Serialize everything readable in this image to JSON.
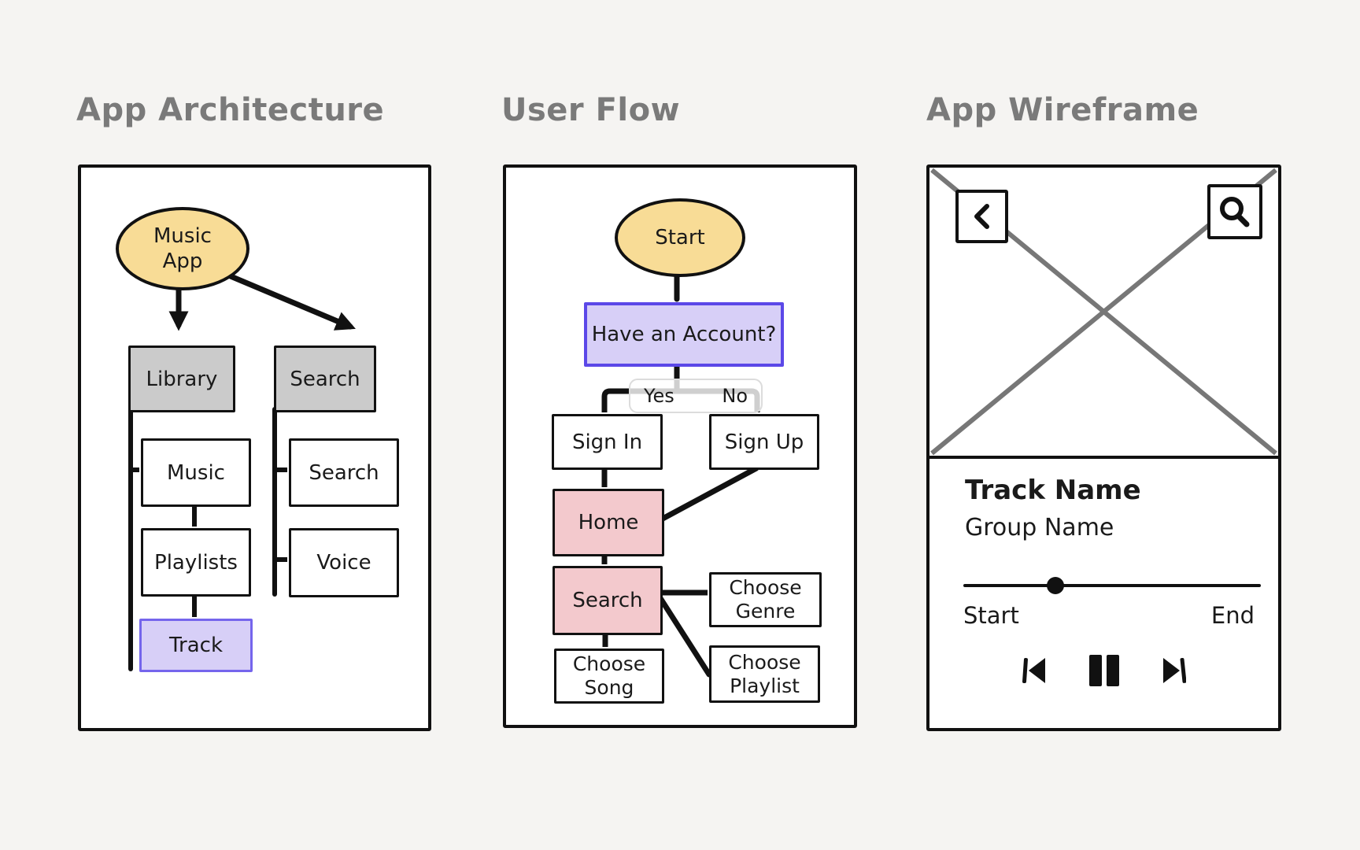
{
  "titles": {
    "architecture": "App Architecture",
    "user_flow": "User Flow",
    "wireframe": "App Wireframe"
  },
  "architecture": {
    "root": "Music App",
    "library": "Library",
    "search": "Search",
    "music": "Music",
    "playlists": "Playlists",
    "track": "Track",
    "search_sub": "Search",
    "voice": "Voice"
  },
  "user_flow": {
    "start": "Start",
    "question": "Have an Account?",
    "yes": "Yes",
    "no": "No",
    "sign_in": "Sign In",
    "sign_up": "Sign Up",
    "home": "Home",
    "search": "Search",
    "choose_genre": "Choose Genre",
    "choose_playlist": "Choose Playlist",
    "choose_song": "Choose Song"
  },
  "wireframe": {
    "back_icon": "chevron-left",
    "search_icon": "magnifier",
    "image_placeholder_icon": "x-placeholder",
    "track_name": "Track Name",
    "group_name": "Group Name",
    "slider_start": "Start",
    "slider_end": "End",
    "progress_percent": 31,
    "controls": {
      "previous": "skip-previous",
      "pause": "pause",
      "next": "skip-next"
    }
  },
  "colors": {
    "page_bg": "#f5f4f2",
    "panel_bg": "#ffffff",
    "outline": "#111111",
    "title_gray": "#7a7a7a",
    "node_yellow": "#f8dc96",
    "node_gray": "#cbcbcb",
    "node_lavender": "#d7cff7",
    "purple_border": "#5b48e8",
    "node_pink": "#f3c9cd",
    "placeholder_x_gray": "#777777"
  }
}
